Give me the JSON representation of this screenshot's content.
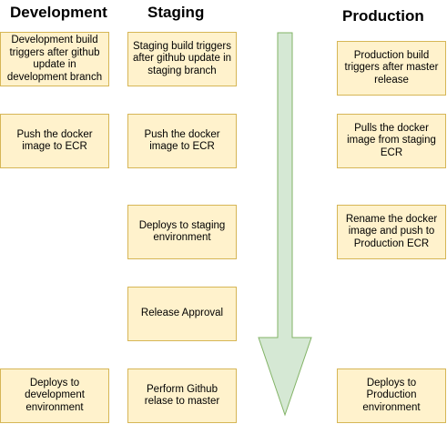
{
  "colors": {
    "box_fill": "#fff2cc",
    "box_stroke": "#d6b656",
    "arrow_fill": "#d5e8d4",
    "arrow_stroke": "#82b366"
  },
  "columns": {
    "development": {
      "title": "Development",
      "steps": [
        "Development build triggers after github update in development branch",
        "Push the docker image to ECR",
        "Deploys to development environment"
      ]
    },
    "staging": {
      "title": "Staging",
      "steps": [
        "Staging build triggers after github update in staging branch",
        "Push the docker image to ECR",
        "Deploys to staging environment",
        "Release Approval",
        "Perform Github relase to master"
      ]
    },
    "production": {
      "title": "Production",
      "steps": [
        "Production build triggers after master release",
        "Pulls the docker image from staging ECR",
        "Rename the docker image and push to Production ECR",
        "Deploys to Production environment"
      ]
    }
  }
}
